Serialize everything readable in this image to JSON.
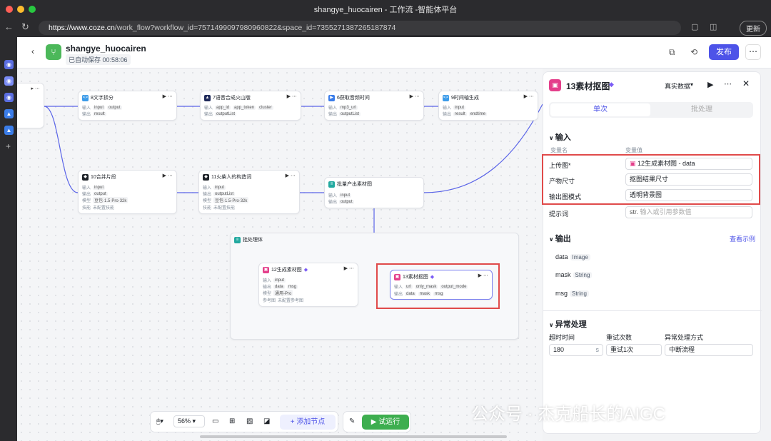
{
  "browser": {
    "window_title": "shangye_huocairen - 工作流 -智能体平台",
    "url_host": "https://www.coze.cn",
    "url_path": "/work_flow?workflow_id=7571499097980960822&space_id=7355271387265187874",
    "update_label": "更新"
  },
  "header": {
    "workflow_name": "shangye_huocairen",
    "autosave": "已自动保存 00:58:06",
    "publish_label": "发布",
    "more_label": "⋯"
  },
  "nodes": {
    "n8": {
      "title": "8文字拆分",
      "in_label": "输入",
      "in1": "input",
      "in2": "output",
      "out_label": "输出",
      "out1": "result"
    },
    "n7": {
      "title": "7语音合成火山版",
      "in_label": "输入",
      "in1": "app_id",
      "in2": "app_token",
      "in3": "cluster",
      "out_label": "输出",
      "out1": "outputList"
    },
    "n6": {
      "title": "6获取音频时间",
      "in_label": "输入",
      "in1": "mp3_url",
      "out_label": "输出",
      "out1": "outputList"
    },
    "n9": {
      "title": "9时间轴生成",
      "in_label": "输入",
      "in1": "input",
      "out_label": "输出",
      "out1": "result",
      "out2": "endtime"
    },
    "n10": {
      "title": "10合并片段",
      "in_label": "输入",
      "in1": "input",
      "out_label": "输出",
      "out1": "output",
      "model_label": "模型",
      "model": "豆包·1.5·Pro·32k",
      "skill_label": "技能",
      "skill": "未配置技能"
    },
    "n11": {
      "title": "11火柴人的构造词",
      "in_label": "输入",
      "in1": "input",
      "out_label": "输出",
      "out1": "outputList",
      "model_label": "模型",
      "model": "豆包·1.5·Pro·32k",
      "skill_label": "技能",
      "skill": "未配置技能"
    },
    "batch": {
      "title": "批量产出素材图",
      "in_label": "输入",
      "in1": "input",
      "out_label": "输出",
      "out1": "output"
    },
    "loop": {
      "title": "批处理体"
    },
    "n12": {
      "title": "12生成素材图",
      "in_label": "输入",
      "in1": "input",
      "out_label": "输出",
      "out1": "data",
      "out2": "msg",
      "model_label": "模型",
      "model": "通用-Pro",
      "ref_label": "参考图",
      "ref": "未配置参考图"
    },
    "n13": {
      "title": "13素材抠图",
      "in_label": "输入",
      "in1": "url",
      "in2": "only_mask",
      "in3": "output_mode",
      "out_label": "输出",
      "out1": "data",
      "out2": "mask",
      "out3": "msg"
    }
  },
  "panel": {
    "title": "13素材抠图",
    "data_source": "真实数据",
    "tab_single": "单次",
    "tab_batch": "批处理",
    "input_section": "输入",
    "col_var": "变量名",
    "col_val": "变量值",
    "upload_label": "上传图*",
    "upload_value": "12生成素材图 - data",
    "size_label": "产物尺寸",
    "size_value": "抠图结果尺寸",
    "mode_label": "输出图模式",
    "mode_value": "透明背景图",
    "prompt_label": "提示词",
    "prompt_prefix": "str.",
    "prompt_placeholder": "输入或引用参数值",
    "output_section": "输出",
    "view_example": "查看示例",
    "outputs": [
      {
        "name": "data",
        "type": "Image"
      },
      {
        "name": "mask",
        "type": "String"
      },
      {
        "name": "msg",
        "type": "String"
      }
    ],
    "error_section": "异常处理",
    "timeout_label": "超时时间",
    "timeout_value": "180",
    "timeout_unit": "s",
    "retry_label": "重试次数",
    "retry_value": "重试1次",
    "error_mode_label": "异常处理方式",
    "error_mode_value": "中断流程"
  },
  "toolbar": {
    "zoom": "56%",
    "add_node": "添加节点",
    "test_run": "试运行"
  },
  "watermark": "公众号 · 杰克船长的AIGC",
  "colors": {
    "accent": "#4d53e8",
    "run": "#3dae4f",
    "highlight": "#e04a4a"
  }
}
